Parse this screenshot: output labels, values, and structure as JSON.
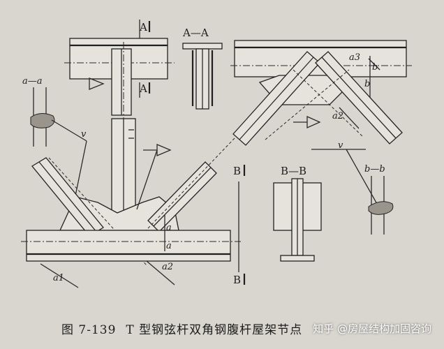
{
  "labels": {
    "section_a_top": "A",
    "section_a_bottom": "A",
    "section_aa_title": "A—A",
    "section_b_top": "B",
    "section_b_bottom": "B",
    "section_bb_title": "B—B",
    "detail_aa": "a—a",
    "detail_bb": "b—b",
    "weld_v_left": "v",
    "weld_v_right": "v",
    "dim_a1": "a1",
    "dim_a2_left": "a2",
    "dim_a2_right": "a2",
    "dim_a3": "a3",
    "dim_a_upper": "a",
    "dim_a_lower": "a",
    "dim_b_upper": "b",
    "dim_b_lower": "b"
  },
  "caption": {
    "figure_no": "图 7-139",
    "title": "T 型钢弦杆双角钢腹杆屋架节点"
  },
  "watermark": "知乎 @房屋结构加固咨询"
}
